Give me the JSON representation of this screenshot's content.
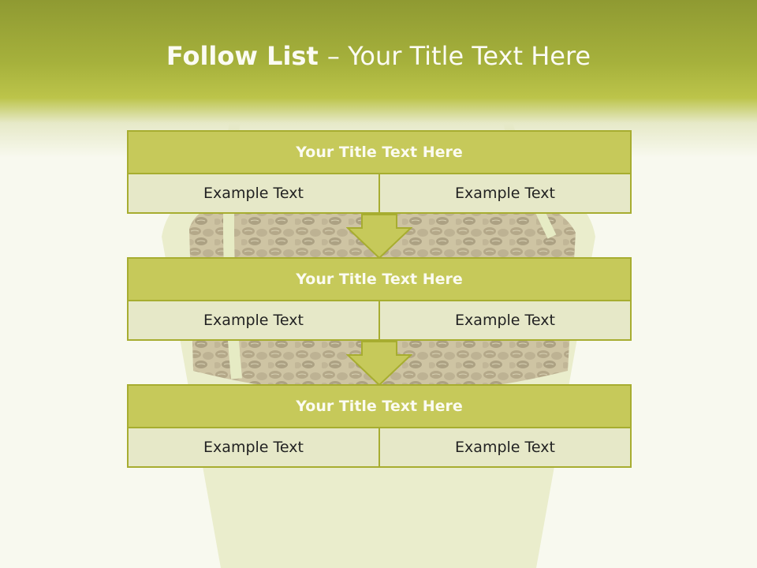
{
  "slide": {
    "title_bold": "Follow List ",
    "title_rest": " – Your Title Text Here"
  },
  "blocks": [
    {
      "title": "Your Title Text Here",
      "left": "Example Text",
      "right": "Example Text"
    },
    {
      "title": "Your Title Text Here",
      "left": "Example Text",
      "right": "Example Text"
    },
    {
      "title": "Your Title Text Here",
      "left": "Example Text",
      "right": "Example Text"
    }
  ],
  "colors": {
    "accent": "#c6c95a",
    "border": "#a7ad30",
    "cell": "#e6e8c8"
  }
}
